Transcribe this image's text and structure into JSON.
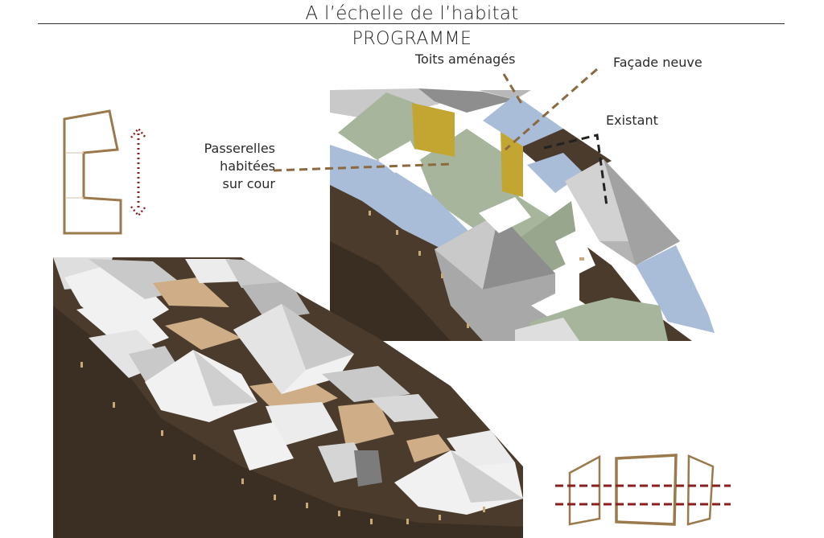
{
  "header": {
    "title": "A l’échelle de l’habitat",
    "subtitle": "PROGRAMME"
  },
  "labels": {
    "toits": "Toits aménagés",
    "facade": "Façade neuve",
    "existant": "Existant",
    "passerelles": [
      "Passerelles",
      "habitées",
      "sur cour"
    ]
  },
  "colors": {
    "wall": "#4a3b2c",
    "roof_existing": "#c9c9c9",
    "roof_white": "#f1f1f1",
    "roof_new_blue": "#a9bcd8",
    "roof_green": "#a7b59d",
    "facade_yellow": "#c2a631",
    "roof_tan": "#cfae87",
    "leader_brown": "#8a6a3e",
    "leader_black": "#222222",
    "arrow_red": "#8a1f1f"
  }
}
